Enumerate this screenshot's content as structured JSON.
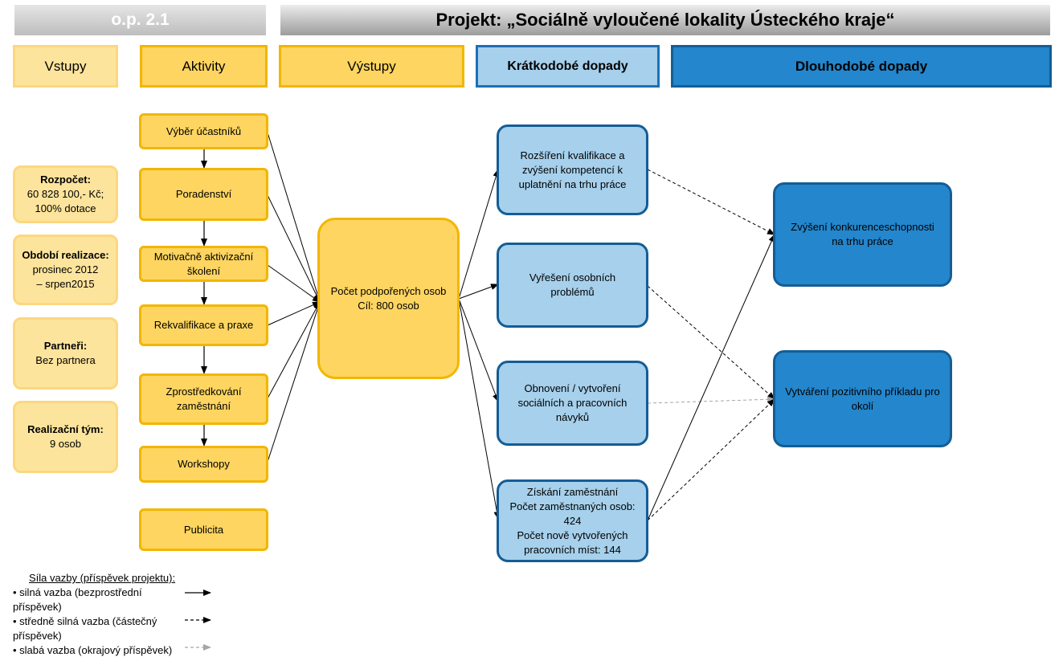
{
  "header": {
    "op_label": "o.p. 2.1",
    "project_title": "Projekt: „Sociálně vyloučené lokality Ústeckého kraje“"
  },
  "categories": {
    "inputs": "Vstupy",
    "activities": "Aktivity",
    "outputs": "Výstupy",
    "short_term": "Krátkodobé dopady",
    "long_term": "Dlouhodobé dopady"
  },
  "inputs": [
    {
      "label": "Rozpočet:",
      "lines": [
        "60 828 100,- Kč;",
        "100% dotace"
      ]
    },
    {
      "label": "Období realizace:",
      "lines": [
        "prosinec 2012",
        "– srpen2015"
      ]
    },
    {
      "label": "Partneři:",
      "lines": [
        "Bez partnera"
      ]
    },
    {
      "label": "Realizační tým:",
      "lines": [
        "9 osob"
      ]
    }
  ],
  "activities": [
    "Výběr účastníků",
    "Poradenství",
    "Motivačně aktivizační školení",
    "Rekvalifikace a praxe",
    "Zprostředkování zaměstnání",
    "Workshopy",
    "Publicita"
  ],
  "output": {
    "lines": [
      "Počet podpořených osob",
      "Cíl: 800 osob"
    ]
  },
  "short_term": [
    {
      "lines": [
        "Rozšíření kvalifikace a zvýšení kompetencí k uplatnění na trhu práce"
      ]
    },
    {
      "lines": [
        "Vyřešení osobních problémů"
      ]
    },
    {
      "lines": [
        "Obnovení / vytvoření sociálních a pracovních návyků"
      ]
    },
    {
      "lines": [
        "Získání zaměstnání",
        "Počet zaměstnaných osob: 424",
        "Počet nově vytvořených pracovních míst: 144"
      ]
    }
  ],
  "long_term": [
    "Zvýšení konkurenceschopnosti na trhu práce",
    "Vytváření pozitivního příkladu pro okolí"
  ],
  "legend": {
    "title": "Síla vazby (příspěvek projektu):",
    "items": [
      {
        "text": "• silná vazba (bezprostřední příspěvek)",
        "style": "strong"
      },
      {
        "text": "• středně silná vazba (částečný příspěvek)",
        "style": "medium"
      },
      {
        "text": "• slabá vazba (okrajový příspěvek)",
        "style": "weak"
      }
    ]
  },
  "colors": {
    "input_fill": "#fde49c",
    "activity_fill": "#fdd560",
    "short_fill": "#a6d0ec",
    "long_fill": "#2486cc",
    "weak_link": "#a6a6a6"
  }
}
